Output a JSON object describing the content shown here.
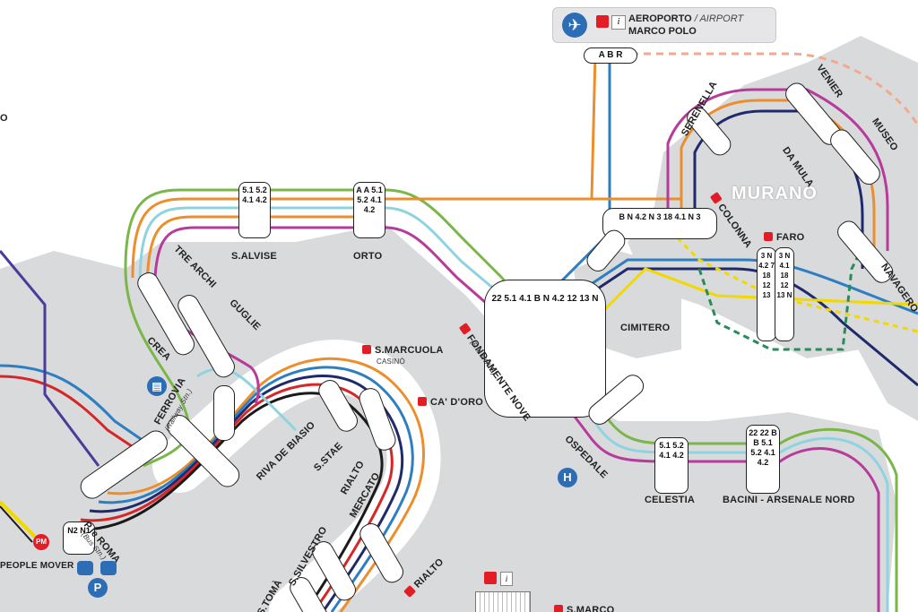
{
  "airport": {
    "title_it": "AEROPORTO",
    "title_sep": " / ",
    "title_en": "AIRPORT",
    "subtitle": "MARCO POLO",
    "lines": "A B R",
    "icon": "airplane-icon"
  },
  "island": {
    "name": "MURANO"
  },
  "stops": {
    "salvise": "S.ALVISE",
    "orto": "ORTO",
    "tre_archi": "TRE ARCHI",
    "guglie": "GUGLIE",
    "crea": "CREA",
    "ferrovia": "FERROVIA",
    "ferrovia_sub": "(Railway Stn.)",
    "piazzale_roma": "P.le ROMA",
    "piazzale_roma_sub": "(Bus Stn.)",
    "people_mover": "PEOPLE MOVER",
    "pm_badge": "PM",
    "riva_de_biasio": "RIVA DE BIASIO",
    "s_marcuola": "S.MARCUOLA",
    "s_marcuola_sub": "CASINÒ",
    "s_stae": "S.STAE",
    "ca_doro": "CA' D'ORO",
    "rialto_mercato_1": "RIALTO",
    "rialto_mercato_2": "MERCATO",
    "s_silvestro": "S.SILVESTRO",
    "s_toma": "S.TOMÀ",
    "rialto": "RIALTO",
    "s_marco": "S.MARCO",
    "fondamente_nove": "FONDAMENTE NOVE",
    "fondamente_nove_sub": "(F.te NOVE)",
    "ospedale": "OSPEDALE",
    "celestia": "CELESTIA",
    "bacini": "BACINI - ARSENALE NORD",
    "cimitero": "CIMITERO",
    "serenella": "SERENELLA",
    "venier": "VENIER",
    "museo": "MUSEO",
    "da_mula": "DA MULA",
    "colonna": "COLONNA",
    "faro": "FARO",
    "navagero": "NAVAGERO",
    "partial_left": "O"
  },
  "pills": {
    "salvise": "5.1 5.2 4.1 4.2",
    "orto": "A A 5.1 5.2 4.1 4.2",
    "celestia": "5.1 5.2 4.1 4.2",
    "bacini": "22 22 B B 5.1 5.2 4.1 4.2",
    "faro_a": "3 N 4.2 7 18 12 13",
    "faro_b": "3 N 4.1 18 12 13 N",
    "fondamente": "22 5.1 4.1 B N 4.2 12 13 N",
    "colonna": "B N 4.2 N 3 18 4.1 N 3",
    "pr_left": "N2 N1"
  },
  "colors": {
    "line_green": "#7ab648",
    "line_orange": "#ec8e2b",
    "line_lightblue": "#8fd3e0",
    "line_magenta": "#b63b9a",
    "line_navy": "#1f2a6b",
    "line_red": "#d62728",
    "line_blue": "#2e7ec2",
    "line_black": "#1a1a1a",
    "line_yellow": "#f1d800",
    "line_darkgreen": "#2a8a5a",
    "line_salmon": "#f2a98d",
    "land": "#d9dadc",
    "water": "#ffffff",
    "ticket": "#e21d25",
    "info_blue": "#2d6db5"
  }
}
